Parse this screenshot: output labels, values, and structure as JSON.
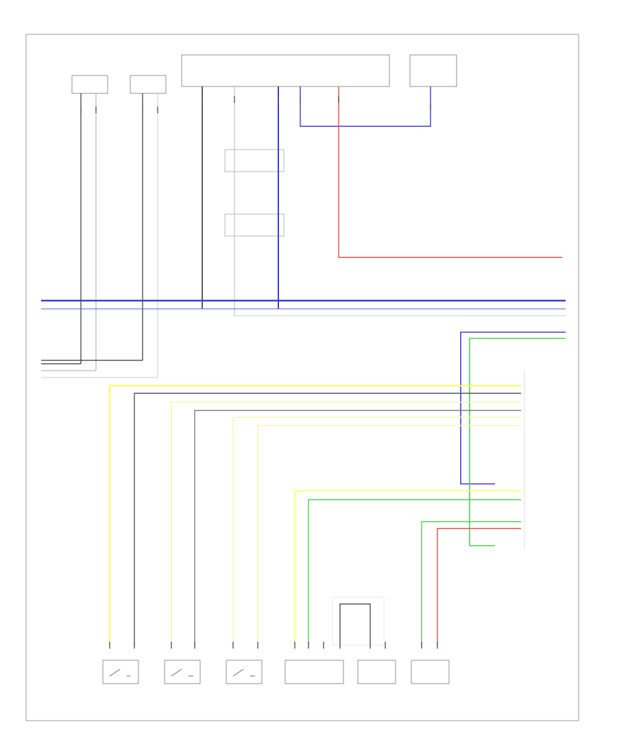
{
  "colors": {
    "blue": "#3b3bd6",
    "red": "#e84a4a",
    "green": "#4dd04d",
    "yellow": "#ffff55",
    "yellow_light": "#f7f7b0",
    "black": "#333333",
    "grey": "#aaaaaa",
    "light_grey": "#d8d8d8"
  },
  "diagram": {
    "footer_code": "",
    "components": [
      {
        "id": "front-right-door-speed-sensor",
        "label": ""
      },
      {
        "id": "front-left-door-speed-sensor",
        "label": ""
      },
      {
        "id": "junction-block-top",
        "label": ""
      },
      {
        "id": "combination-meter",
        "label": ""
      },
      {
        "id": "airbag-sensor-assembly",
        "label": ""
      },
      {
        "id": "front-passenger-seat-belt-buckle-switch",
        "label": ""
      },
      {
        "id": "front-driver-seat-belt-buckle-switch",
        "label": ""
      },
      {
        "id": "front-seat-position-sensor",
        "label": ""
      },
      {
        "id": "front-seat-occupant-sensor",
        "label": ""
      },
      {
        "id": "front-occupant-classification-ecu",
        "label": ""
      },
      {
        "id": "remote-side-airbag-sensor",
        "label": ""
      }
    ]
  }
}
